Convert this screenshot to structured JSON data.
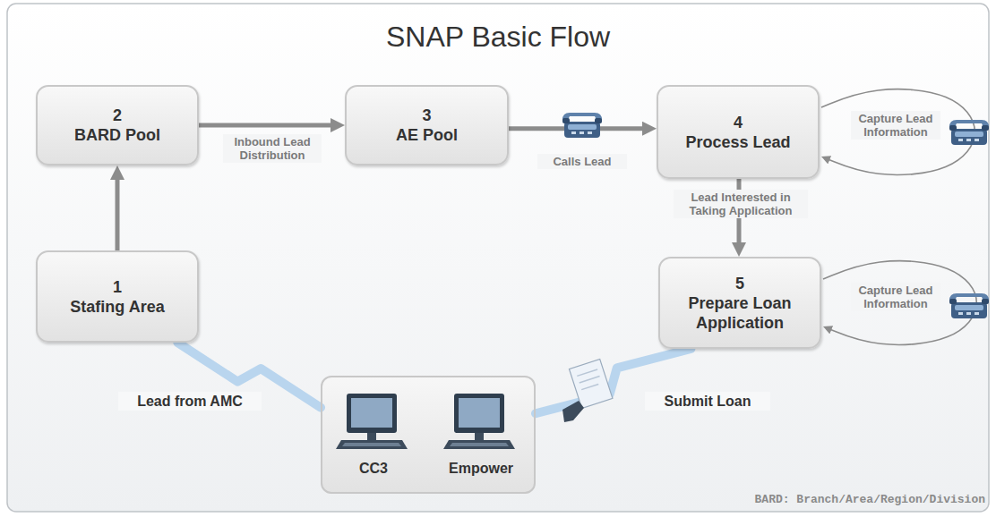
{
  "diagram": {
    "title": "SNAP Basic Flow",
    "nodes": [
      {
        "text": [
          "2",
          "BARD Pool"
        ]
      },
      {
        "text": [
          "3",
          "AE Pool"
        ]
      },
      {
        "text": [
          "4",
          "Process Lead"
        ]
      },
      {
        "text": [
          "1",
          "Stafing Area"
        ]
      },
      {
        "text": [
          "5",
          "Prepare Loan Application"
        ]
      },
      {
        "text": [
          "CC3",
          "Empower"
        ]
      }
    ],
    "edges": [
      {
        "from": 3,
        "to": 0,
        "arrow": "to"
      },
      {
        "from": 0,
        "to": 1,
        "label": "Inbound Lead Distribution",
        "arrow": "to"
      },
      {
        "from": 1,
        "to": 2,
        "label": "Calls Lead",
        "arrow": "to"
      },
      {
        "from": 2,
        "to": 4,
        "label": "Lead Interested in Taking Application",
        "arrow": "to"
      },
      {
        "from": 2,
        "to": 2,
        "label": "Capture Lead Information",
        "arrow": "to"
      },
      {
        "from": 4,
        "to": 4,
        "label": "Capture Lead Information",
        "arrow": "to"
      },
      {
        "from": 5,
        "to": 3,
        "label": "Lead from AMC",
        "arrow": "none"
      },
      {
        "from": 4,
        "to": 5,
        "label": "Submit Loan",
        "arrow": "none"
      }
    ],
    "labels": [
      "BARD: Branch/Area/Region/Division"
    ]
  }
}
